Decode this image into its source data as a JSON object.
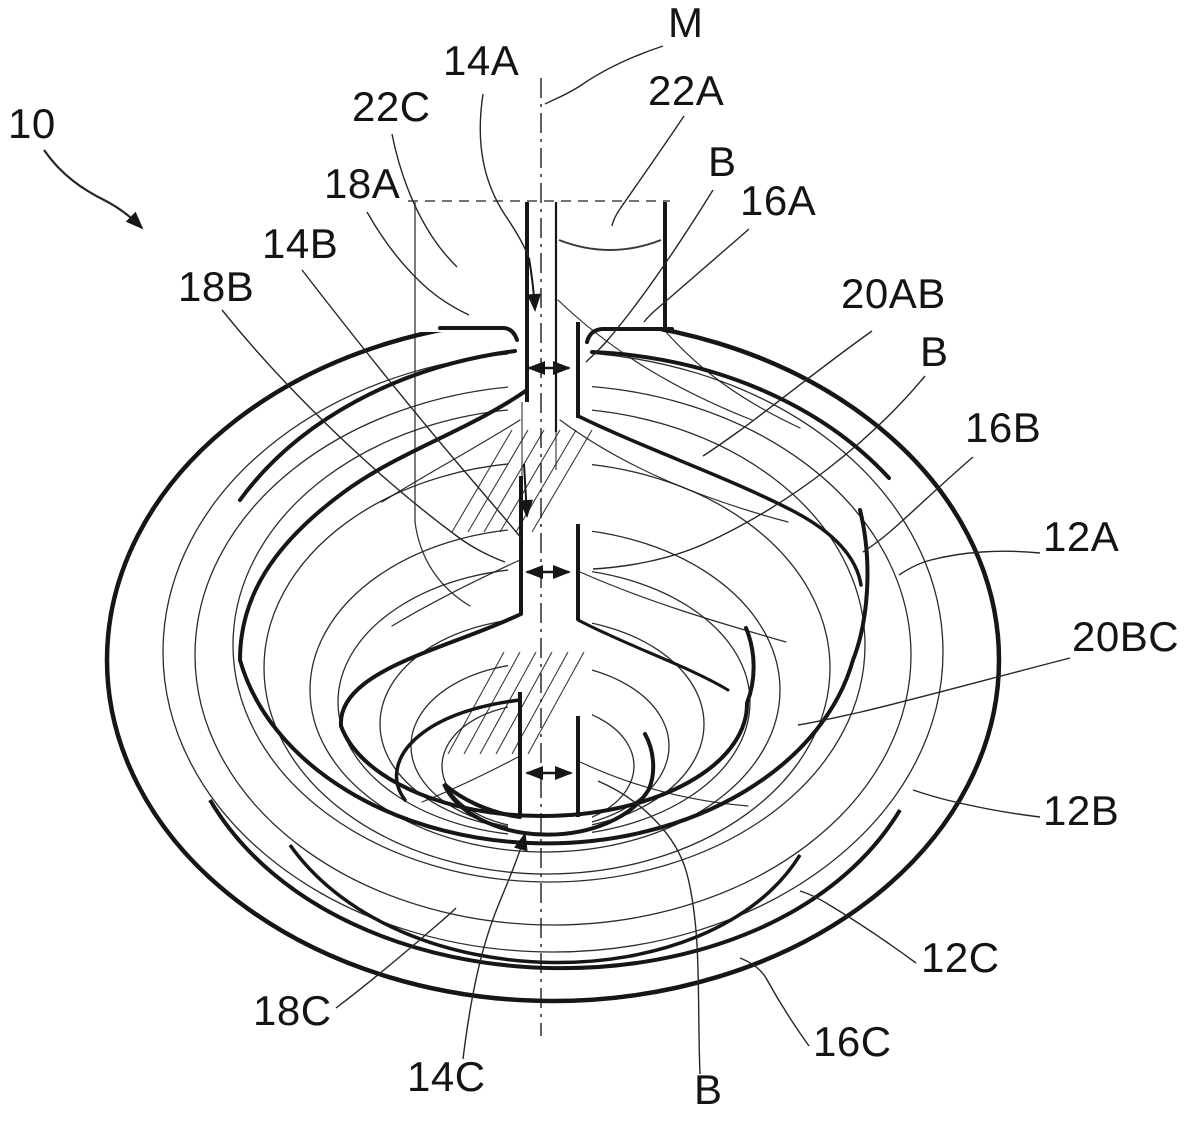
{
  "figure": {
    "type": "patent-technical-line-drawing",
    "description": "Perspective view of a multi-stage helical bowl element with axis M, stages A, B, C and gap widths B",
    "colors": {
      "ink": "#161616",
      "leader": "#262626",
      "background": "#ffffff"
    },
    "reference_labels": {
      "ref10": "10",
      "axis_m": "M",
      "l14a": "14A",
      "l22c": "22C",
      "l22a": "22A",
      "l18a": "18A",
      "b_top": "B",
      "l16a": "16A",
      "l14b": "14B",
      "l18b": "18B",
      "l20ab": "20AB",
      "b_mid": "B",
      "l16b": "16B",
      "l12a": "12A",
      "l20bc": "20BC",
      "l12b": "12B",
      "l12c": "12C",
      "l16c": "16C",
      "b_bottom": "B",
      "l18c": "18C",
      "l14c": "14C"
    }
  }
}
